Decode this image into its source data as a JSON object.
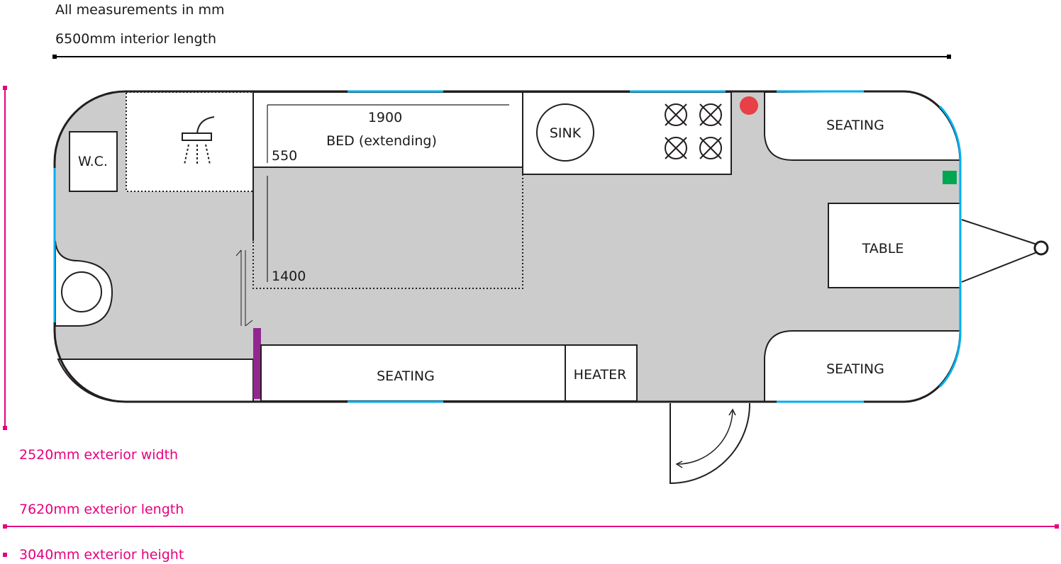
{
  "header": {
    "note": "All measurements in mm",
    "interior_length": "6500mm interior length"
  },
  "footer": {
    "exterior_width": "2520mm exterior width",
    "exterior_length": "7620mm exterior length",
    "exterior_height": "3040mm exterior height"
  },
  "plan": {
    "wc": "W.C.",
    "bed_label": "BED (extending)",
    "bed_length": "1900",
    "bed_width": "550",
    "bed_extended_width": "1400",
    "sink": "SINK",
    "seating_top": "SEATING",
    "table": "TABLE",
    "seating_bottom_right": "SEATING",
    "seating_bottom": "SEATING",
    "heater": "HEATER"
  },
  "colors": {
    "accent_pink": "#e6007e",
    "window_blue": "#00aeef",
    "floor_grey": "#cccccc",
    "red_marker": "#e84046",
    "green_marker": "#00a650",
    "purple_marker": "#92278f"
  }
}
